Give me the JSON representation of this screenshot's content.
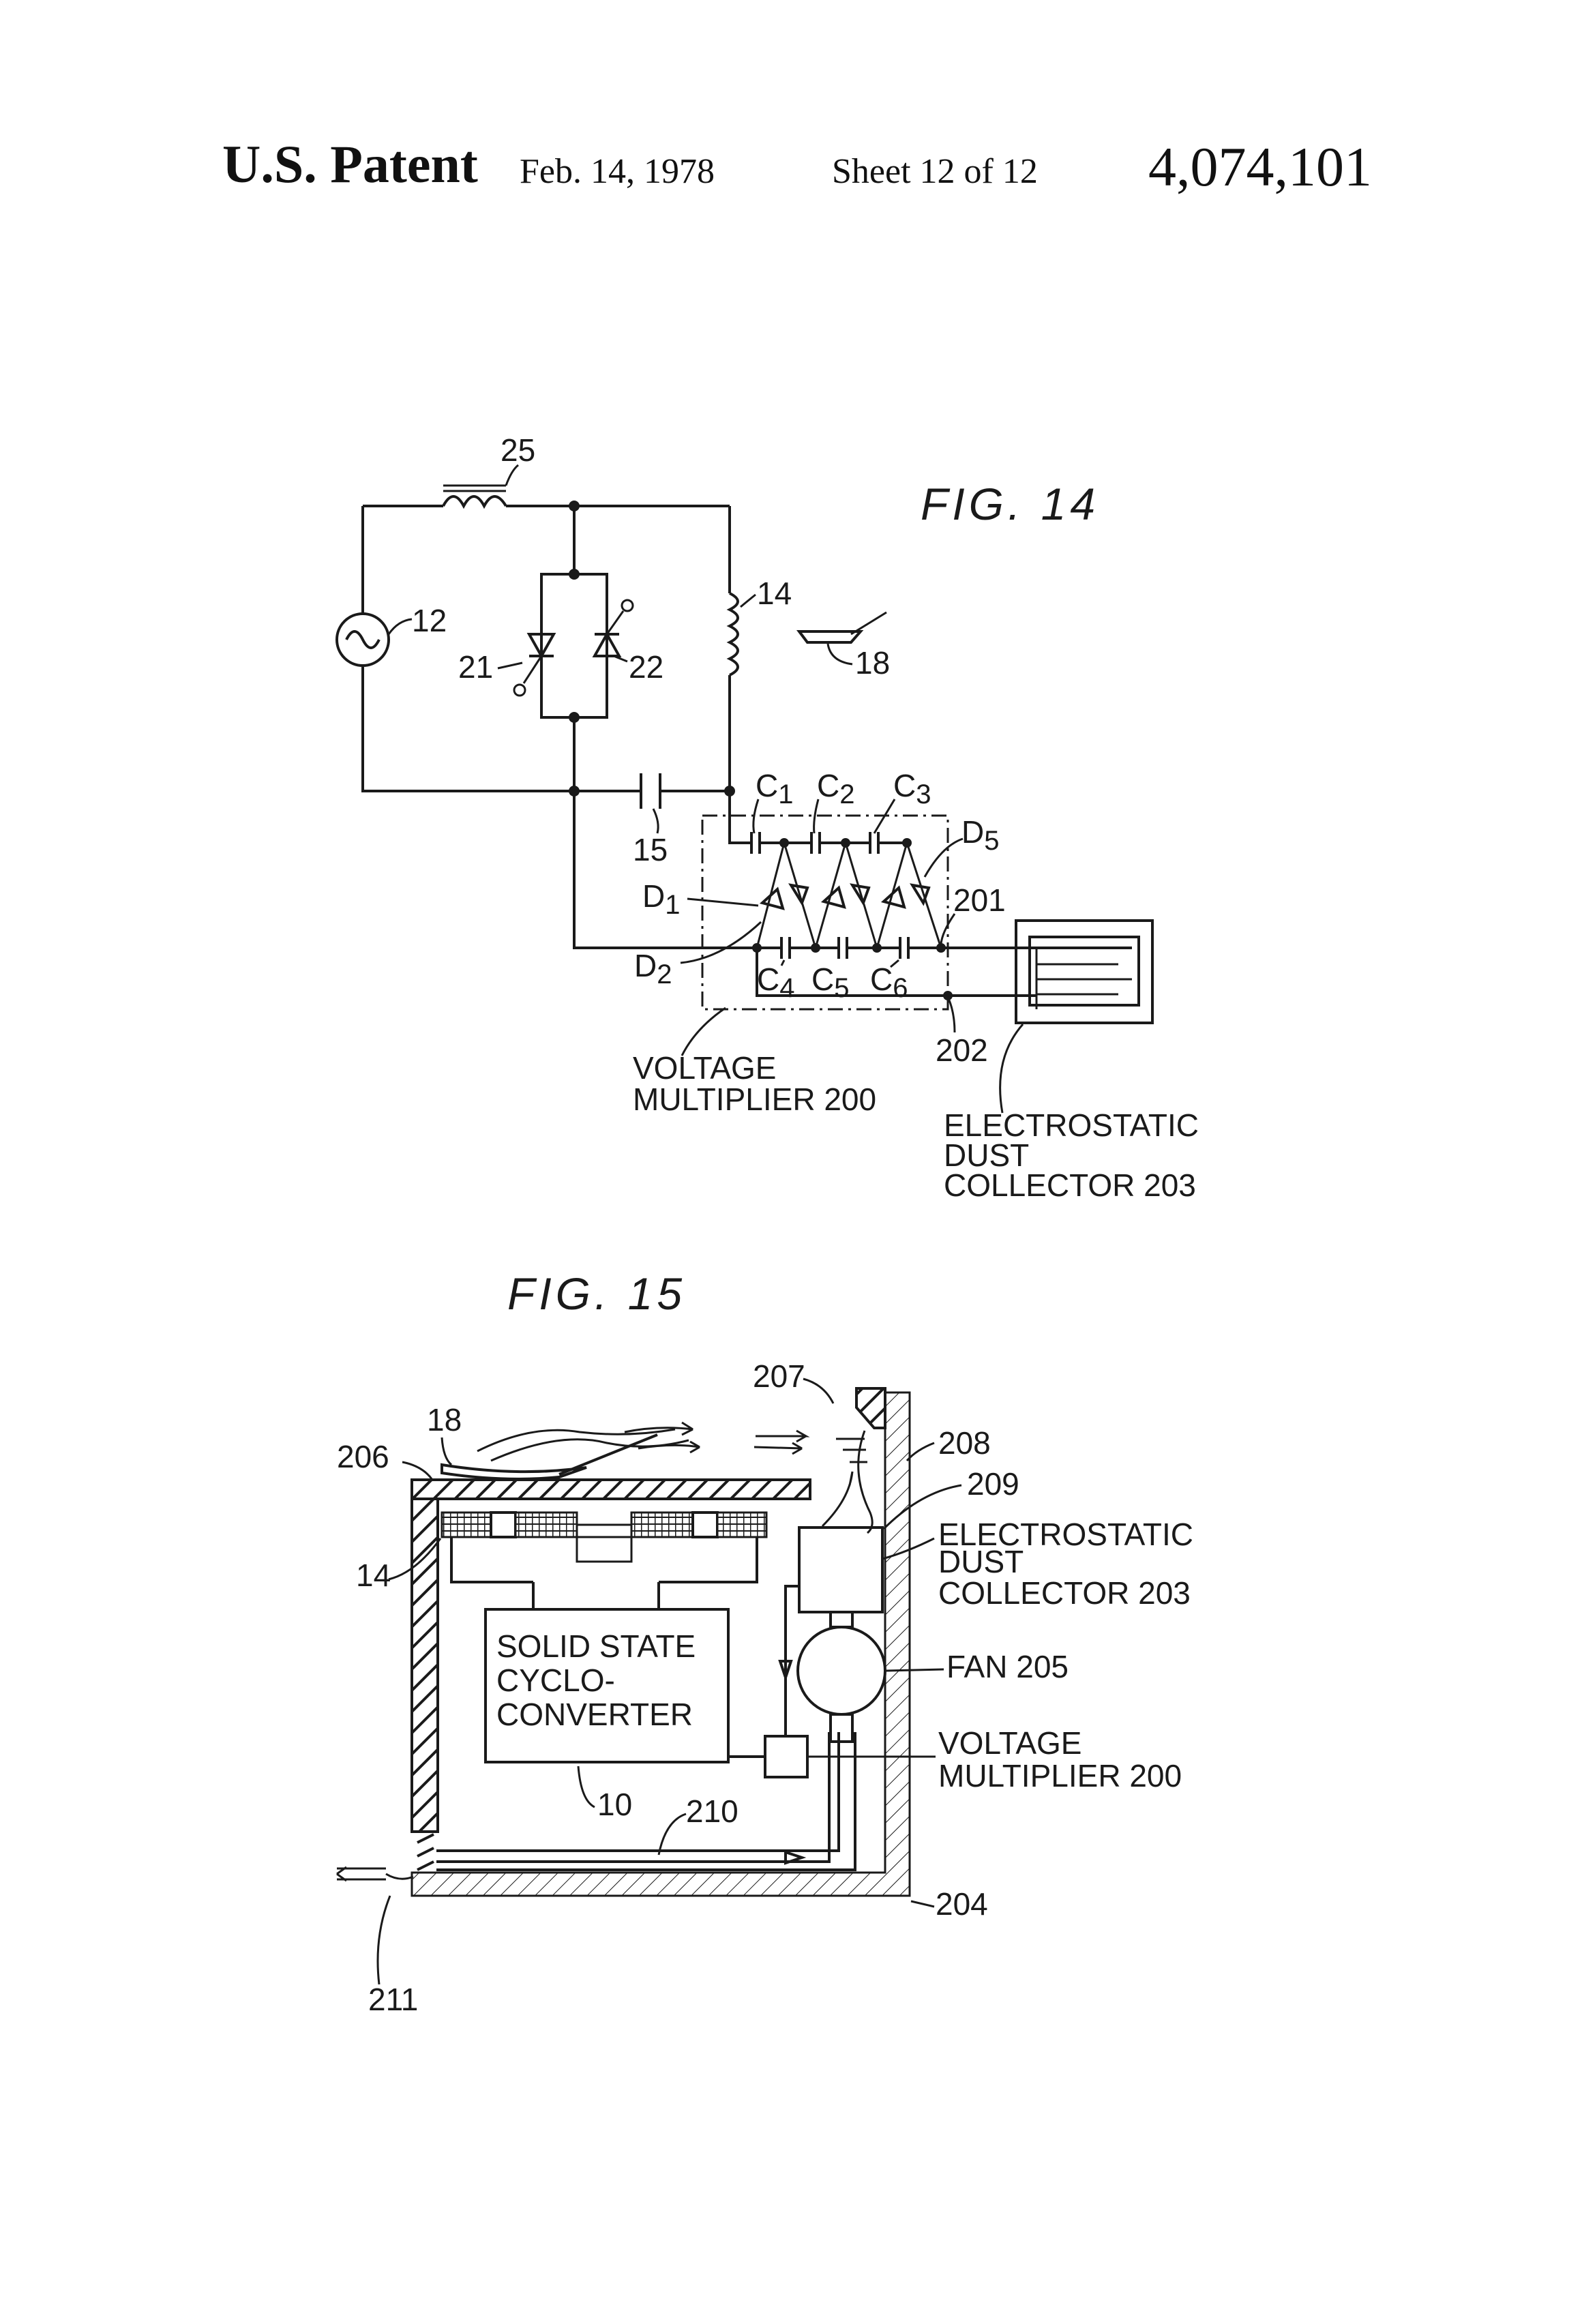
{
  "header": {
    "title": "U.S. Patent",
    "date": "Feb. 14, 1978",
    "sheet": "Sheet 12 of 12",
    "patent_number": "4,074,101"
  },
  "fig14": {
    "title": "FIG. 14",
    "ref_25": "25",
    "ref_12": "12",
    "ref_21": "21",
    "ref_22": "22",
    "ref_14": "14",
    "ref_18": "18",
    "ref_15": "15",
    "ref_c1": "C",
    "ref_c2": "C",
    "ref_c3": "C",
    "ref_c4": "C",
    "ref_c5": "C",
    "ref_c6": "C",
    "sub_1": "1",
    "sub_2": "2",
    "sub_3": "3",
    "sub_4": "4",
    "sub_5": "5",
    "sub_6": "6",
    "ref_d1": "D",
    "ref_d2": "D",
    "ref_d5": "D",
    "ref_201": "201",
    "ref_202": "202",
    "vm_line1": "VOLTAGE",
    "vm_line2": "MULTIPLIER 200",
    "edc_line1": "ELECTROSTATIC",
    "edc_line2": "DUST",
    "edc_line3": "COLLECTOR 203"
  },
  "fig15": {
    "title": "FIG. 15",
    "ref_207": "207",
    "ref_18": "18",
    "ref_206": "206",
    "ref_208": "208",
    "ref_209": "209",
    "ref_14": "14",
    "edc_line1": "ELECTROSTATIC",
    "edc_line2": "DUST",
    "edc_line3": "COLLECTOR 203",
    "conv_line1": "SOLID STATE",
    "conv_line2": "CYCLO-",
    "conv_line3": "CONVERTER",
    "fan_label": "FAN  205",
    "vm_line1": "VOLTAGE",
    "vm_line2": "MULTIPLIER 200",
    "ref_10": "10",
    "ref_210": "210",
    "ref_204": "204",
    "ref_211": "211"
  }
}
